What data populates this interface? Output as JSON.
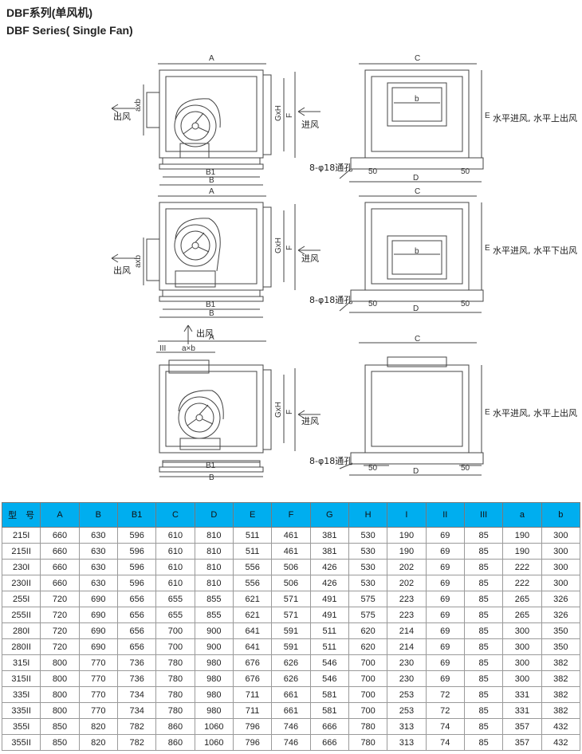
{
  "header": {
    "title_cn": "DBF系列(单风机)",
    "title_en": "DBF Series( Single Fan)"
  },
  "drawing": {
    "dim_A": "A",
    "dim_B1": "B1",
    "dim_B": "B",
    "dim_C": "C",
    "dim_D": "D",
    "dim_E": "E",
    "dim_F": "F",
    "dim_GxH": "GxH",
    "dim_axb": "axb",
    "dim_a_x_b": "a×b",
    "dim_b": "b",
    "dim_III": "III",
    "dim_50": "50",
    "outlet": "出风",
    "inlet": "进风",
    "holes": "8-φ18通孔",
    "config1": "水平进风, 水平上出风",
    "config2": "水平进风, 水平下出风",
    "config3": "水平进风, 水平上出风"
  },
  "table": {
    "headers": [
      "型　号",
      "A",
      "B",
      "B1",
      "C",
      "D",
      "E",
      "F",
      "G",
      "H",
      "I",
      "II",
      "III",
      "a",
      "b"
    ],
    "rows": [
      [
        "215I",
        "660",
        "630",
        "596",
        "610",
        "810",
        "511",
        "461",
        "381",
        "530",
        "190",
        "69",
        "85",
        "190",
        "300"
      ],
      [
        "215II",
        "660",
        "630",
        "596",
        "610",
        "810",
        "511",
        "461",
        "381",
        "530",
        "190",
        "69",
        "85",
        "190",
        "300"
      ],
      [
        "230I",
        "660",
        "630",
        "596",
        "610",
        "810",
        "556",
        "506",
        "426",
        "530",
        "202",
        "69",
        "85",
        "222",
        "300"
      ],
      [
        "230II",
        "660",
        "630",
        "596",
        "610",
        "810",
        "556",
        "506",
        "426",
        "530",
        "202",
        "69",
        "85",
        "222",
        "300"
      ],
      [
        "255I",
        "720",
        "690",
        "656",
        "655",
        "855",
        "621",
        "571",
        "491",
        "575",
        "223",
        "69",
        "85",
        "265",
        "326"
      ],
      [
        "255II",
        "720",
        "690",
        "656",
        "655",
        "855",
        "621",
        "571",
        "491",
        "575",
        "223",
        "69",
        "85",
        "265",
        "326"
      ],
      [
        "280I",
        "720",
        "690",
        "656",
        "700",
        "900",
        "641",
        "591",
        "511",
        "620",
        "214",
        "69",
        "85",
        "300",
        "350"
      ],
      [
        "280II",
        "720",
        "690",
        "656",
        "700",
        "900",
        "641",
        "591",
        "511",
        "620",
        "214",
        "69",
        "85",
        "300",
        "350"
      ],
      [
        "315I",
        "800",
        "770",
        "736",
        "780",
        "980",
        "676",
        "626",
        "546",
        "700",
        "230",
        "69",
        "85",
        "300",
        "382"
      ],
      [
        "315II",
        "800",
        "770",
        "736",
        "780",
        "980",
        "676",
        "626",
        "546",
        "700",
        "230",
        "69",
        "85",
        "300",
        "382"
      ],
      [
        "335I",
        "800",
        "770",
        "734",
        "780",
        "980",
        "711",
        "661",
        "581",
        "700",
        "253",
        "72",
        "85",
        "331",
        "382"
      ],
      [
        "335II",
        "800",
        "770",
        "734",
        "780",
        "980",
        "711",
        "661",
        "581",
        "700",
        "253",
        "72",
        "85",
        "331",
        "382"
      ],
      [
        "355I",
        "850",
        "820",
        "782",
        "860",
        "1060",
        "796",
        "746",
        "666",
        "780",
        "313",
        "74",
        "85",
        "357",
        "432"
      ],
      [
        "355II",
        "850",
        "820",
        "782",
        "860",
        "1060",
        "796",
        "746",
        "666",
        "780",
        "313",
        "74",
        "85",
        "357",
        "432"
      ]
    ]
  }
}
